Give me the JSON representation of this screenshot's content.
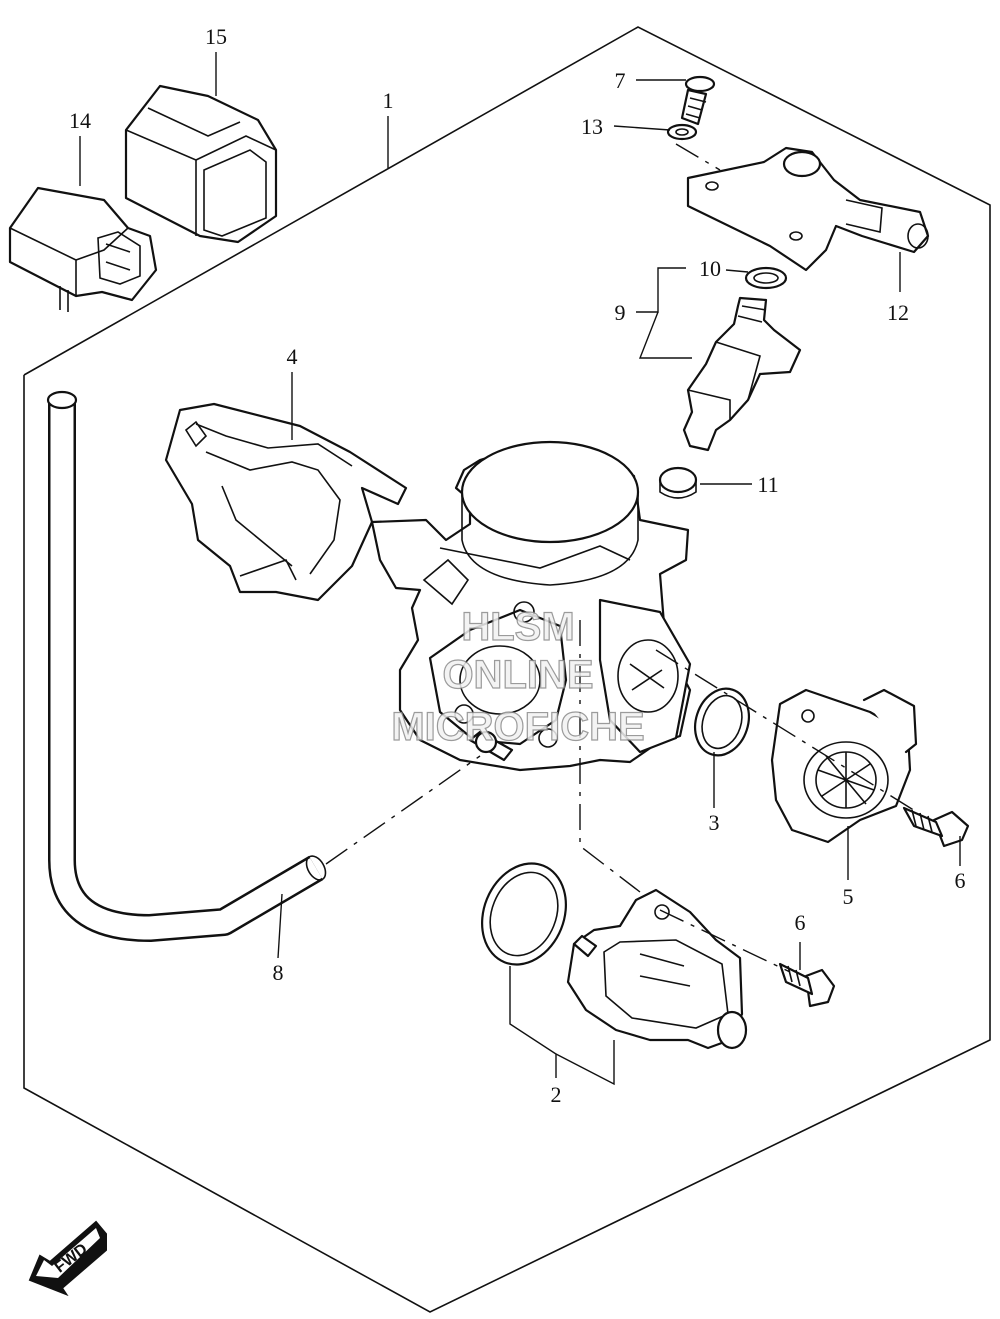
{
  "callouts": [
    {
      "id": "1",
      "label": "1"
    },
    {
      "id": "2",
      "label": "2"
    },
    {
      "id": "3",
      "label": "3"
    },
    {
      "id": "4",
      "label": "4"
    },
    {
      "id": "5",
      "label": "5"
    },
    {
      "id": "6a",
      "label": "6"
    },
    {
      "id": "6b",
      "label": "6"
    },
    {
      "id": "7",
      "label": "7"
    },
    {
      "id": "8",
      "label": "8"
    },
    {
      "id": "9",
      "label": "9"
    },
    {
      "id": "10",
      "label": "10"
    },
    {
      "id": "11",
      "label": "11"
    },
    {
      "id": "12",
      "label": "12"
    },
    {
      "id": "13",
      "label": "13"
    },
    {
      "id": "14",
      "label": "14"
    },
    {
      "id": "15",
      "label": "15"
    }
  ],
  "watermark": {
    "line1": "HLSM",
    "line2": "ONLINE",
    "line3": "MICROFICHE"
  },
  "fwd_badge": {
    "text": "FWD"
  }
}
